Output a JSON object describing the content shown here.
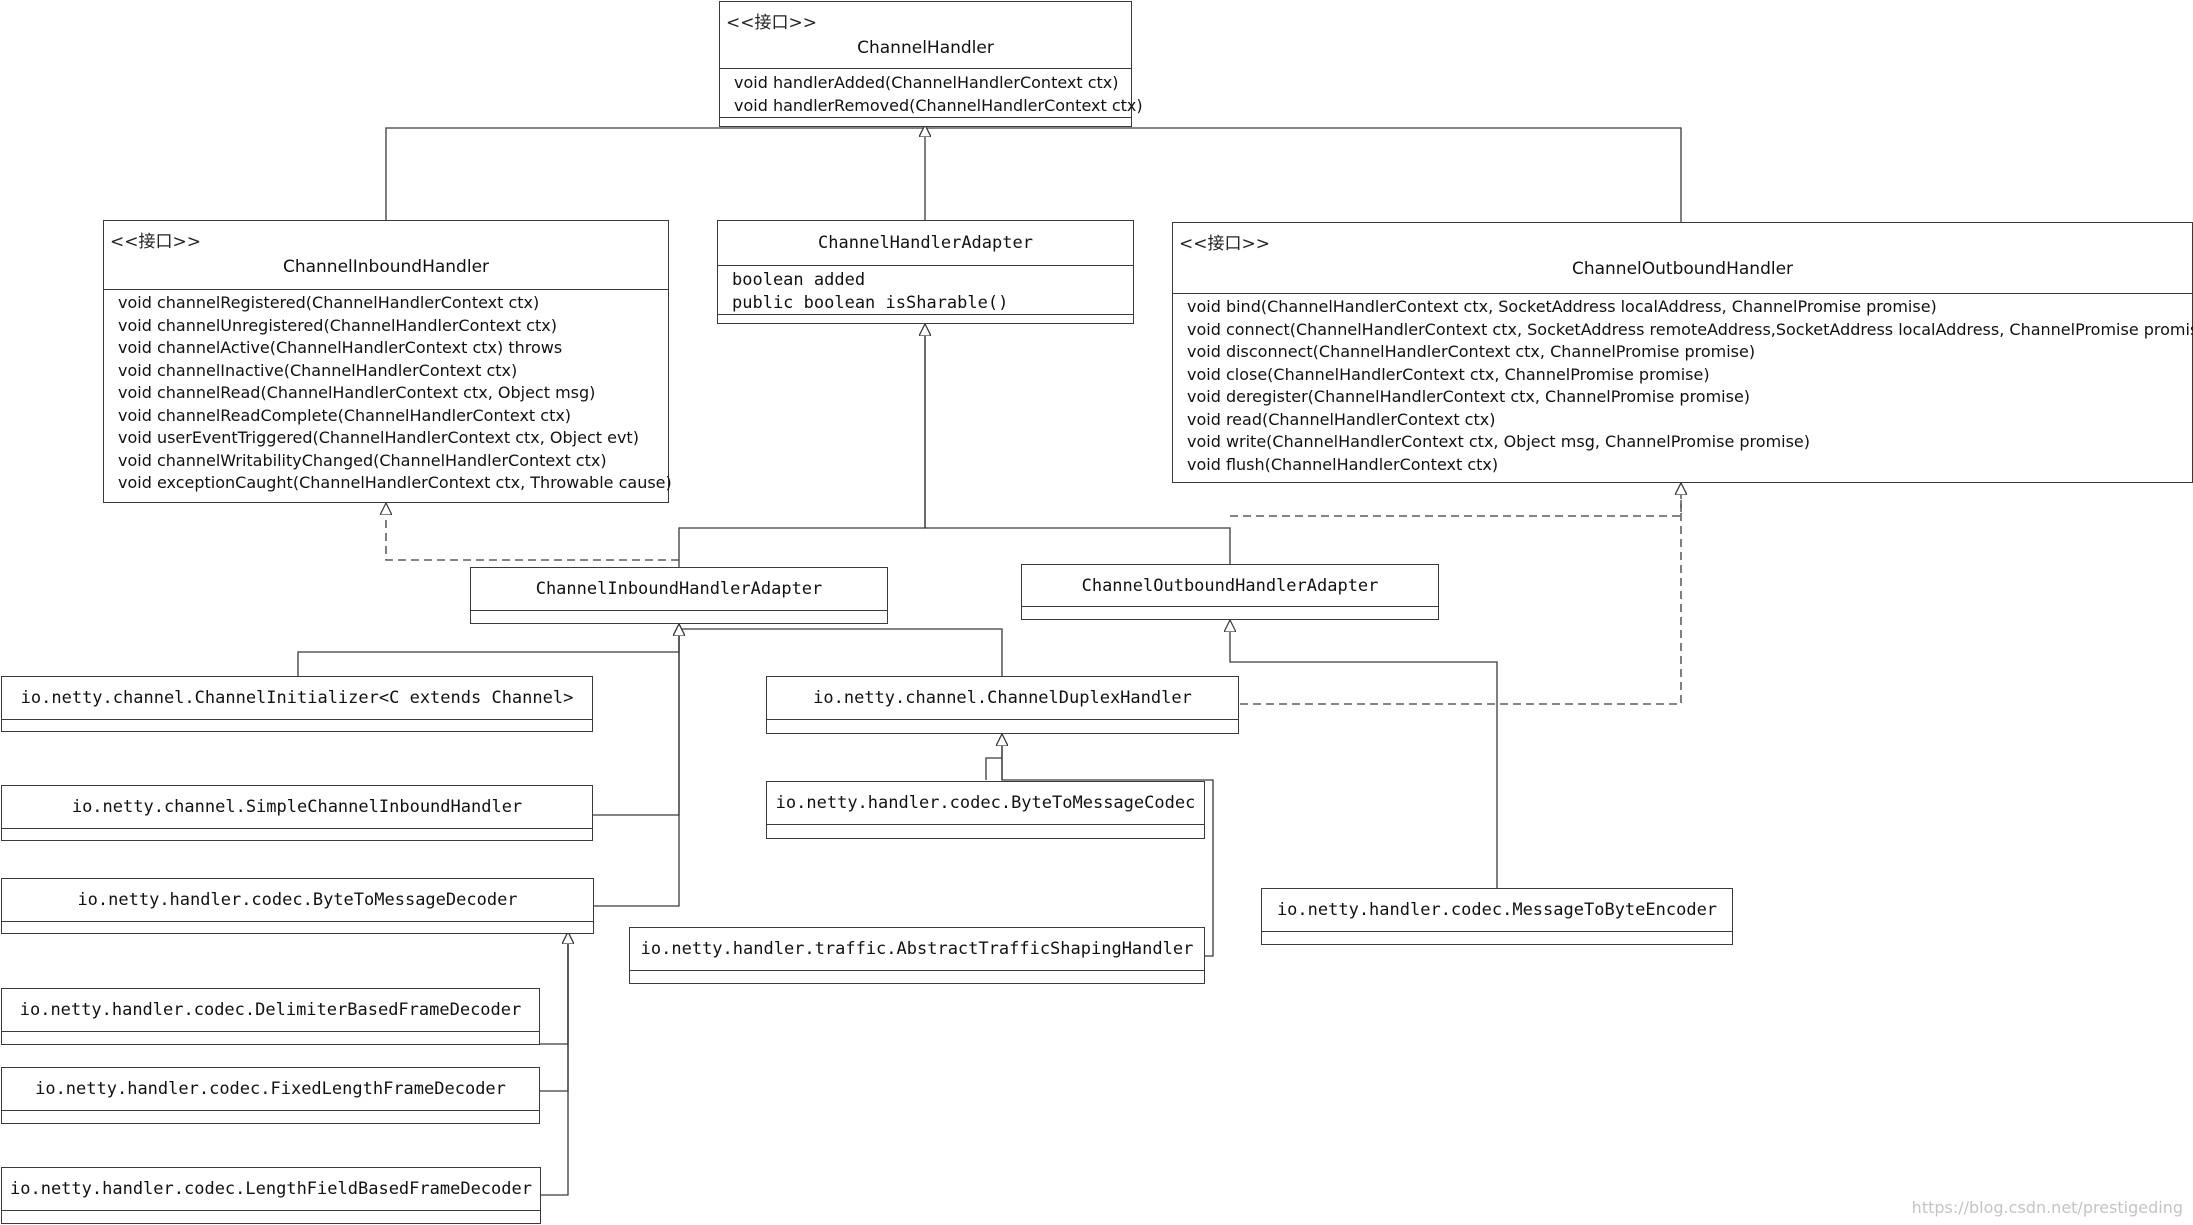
{
  "diagram": {
    "stereotype": "<<接口>>",
    "classes": {
      "channel_handler": {
        "name": "ChannelHandler",
        "members": [
          "void handlerAdded(ChannelHandlerContext ctx)",
          "void handlerRemoved(ChannelHandlerContext ctx)"
        ]
      },
      "channel_inbound_handler": {
        "name": "ChannelInboundHandler",
        "members": [
          "void channelRegistered(ChannelHandlerContext ctx)",
          "void channelUnregistered(ChannelHandlerContext ctx)",
          "void channelActive(ChannelHandlerContext ctx) throws",
          "void channelInactive(ChannelHandlerContext ctx)",
          "void channelRead(ChannelHandlerContext ctx, Object msg)",
          "void channelReadComplete(ChannelHandlerContext ctx)",
          "void userEventTriggered(ChannelHandlerContext ctx, Object evt)",
          "void channelWritabilityChanged(ChannelHandlerContext ctx)",
          "void exceptionCaught(ChannelHandlerContext ctx, Throwable cause)"
        ]
      },
      "channel_handler_adapter": {
        "name": "ChannelHandlerAdapter",
        "members": [
          "boolean added",
          "public boolean isSharable()"
        ]
      },
      "channel_outbound_handler": {
        "name": "ChannelOutboundHandler",
        "members": [
          "void bind(ChannelHandlerContext ctx, SocketAddress localAddress, ChannelPromise promise)",
          "void connect(ChannelHandlerContext ctx, SocketAddress remoteAddress,SocketAddress localAddress, ChannelPromise promise)",
          "void disconnect(ChannelHandlerContext ctx, ChannelPromise promise)",
          "void close(ChannelHandlerContext ctx, ChannelPromise promise)",
          "void deregister(ChannelHandlerContext ctx, ChannelPromise promise)",
          "void read(ChannelHandlerContext ctx)",
          "void write(ChannelHandlerContext ctx, Object msg, ChannelPromise promise)",
          "void flush(ChannelHandlerContext ctx)"
        ]
      },
      "channel_inbound_handler_adapter": {
        "name": "ChannelInboundHandlerAdapter"
      },
      "channel_outbound_handler_adapter": {
        "name": "ChannelOutboundHandlerAdapter"
      },
      "channel_initializer": {
        "name": "io.netty.channel.ChannelInitializer<C extends Channel>"
      },
      "simple_channel_inbound_handler": {
        "name": "io.netty.channel.SimpleChannelInboundHandler"
      },
      "byte_to_message_decoder": {
        "name": "io.netty.handler.codec.ByteToMessageDecoder"
      },
      "delimiter_based_frame_decoder": {
        "name": "io.netty.handler.codec.DelimiterBasedFrameDecoder"
      },
      "fixed_length_frame_decoder": {
        "name": "io.netty.handler.codec.FixedLengthFrameDecoder"
      },
      "length_field_based_frame_decoder": {
        "name": "io.netty.handler.codec.LengthFieldBasedFrameDecoder"
      },
      "channel_duplex_handler": {
        "name": "io.netty.channel.ChannelDuplexHandler"
      },
      "byte_to_message_codec": {
        "name": "io.netty.handler.codec.ByteToMessageCodec"
      },
      "abstract_traffic_shaping_handler": {
        "name": "io.netty.handler.traffic.AbstractTrafficShapingHandler"
      },
      "message_to_byte_encoder": {
        "name": "io.netty.handler.codec.MessageToByteEncoder"
      }
    },
    "watermark": "https://blog.csdn.net/prestigeding"
  }
}
